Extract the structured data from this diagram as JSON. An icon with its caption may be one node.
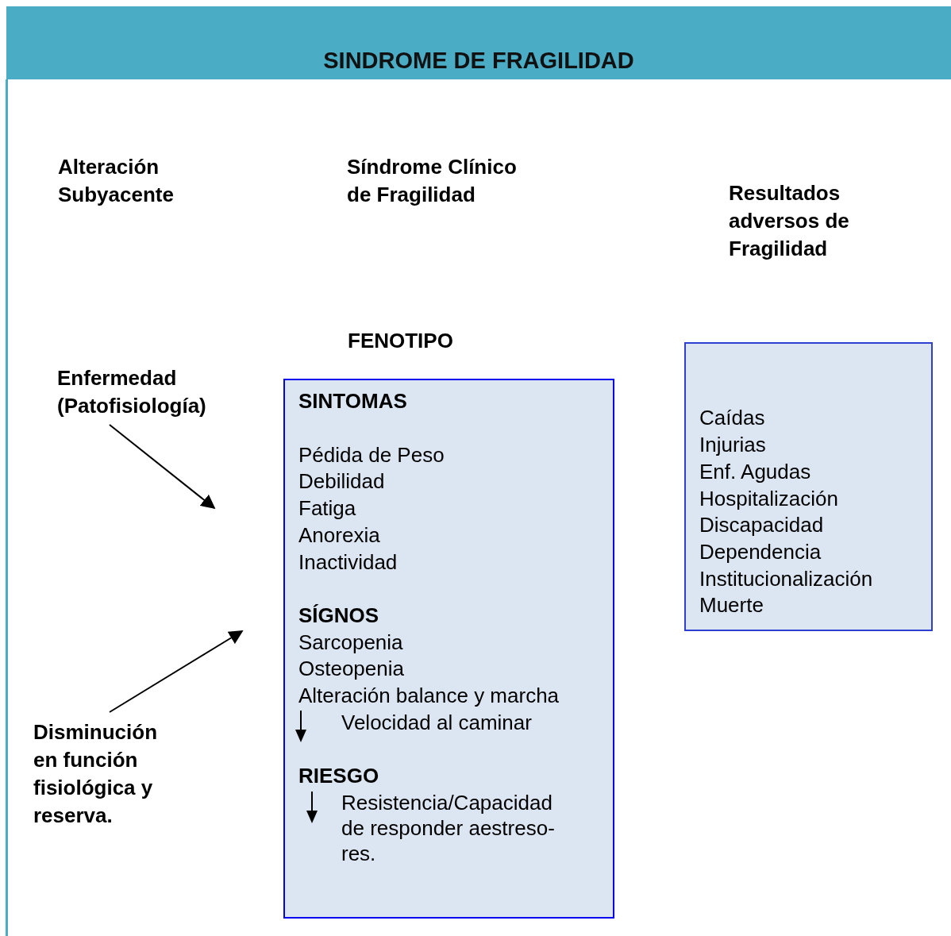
{
  "diagram": {
    "title": "SINDROME DE FRAGILIDAD",
    "nodes": [
      {
        "text": [
          "Enfermedad (Patofisiología)"
        ]
      },
      {
        "text": [
          "SINTOMAS",
          "Pédida de Peso",
          "Debilidad",
          "Fatiga",
          "Anorexia",
          "Inactividad",
          "SÍGNOS",
          "Sarcopenia",
          "Osteopenia",
          "Alteración balance y marcha",
          "Velocidad al caminar",
          "RIESGO",
          "Resistencia/Capacidad de responder aestreso- res."
        ]
      },
      {
        "text": [
          "Caídas",
          "Injurias",
          "Enf. Agudas",
          "Hospitalización",
          "Discapacidad",
          "Dependencia",
          "Institucionalización",
          "Muerte"
        ]
      },
      {
        "text": [
          "Disminución en función fisiológica y reserva."
        ]
      }
    ],
    "edges": [
      {
        "from": 0,
        "to": null,
        "arrow": "to"
      },
      {
        "from": 3,
        "to": null,
        "arrow": "to"
      }
    ],
    "labels": [
      "Alteración Subyacente",
      "Síndrome Clínico de Fragilidad",
      "Resultados adversos de Fragilidad",
      "FENOTIPO"
    ]
  }
}
